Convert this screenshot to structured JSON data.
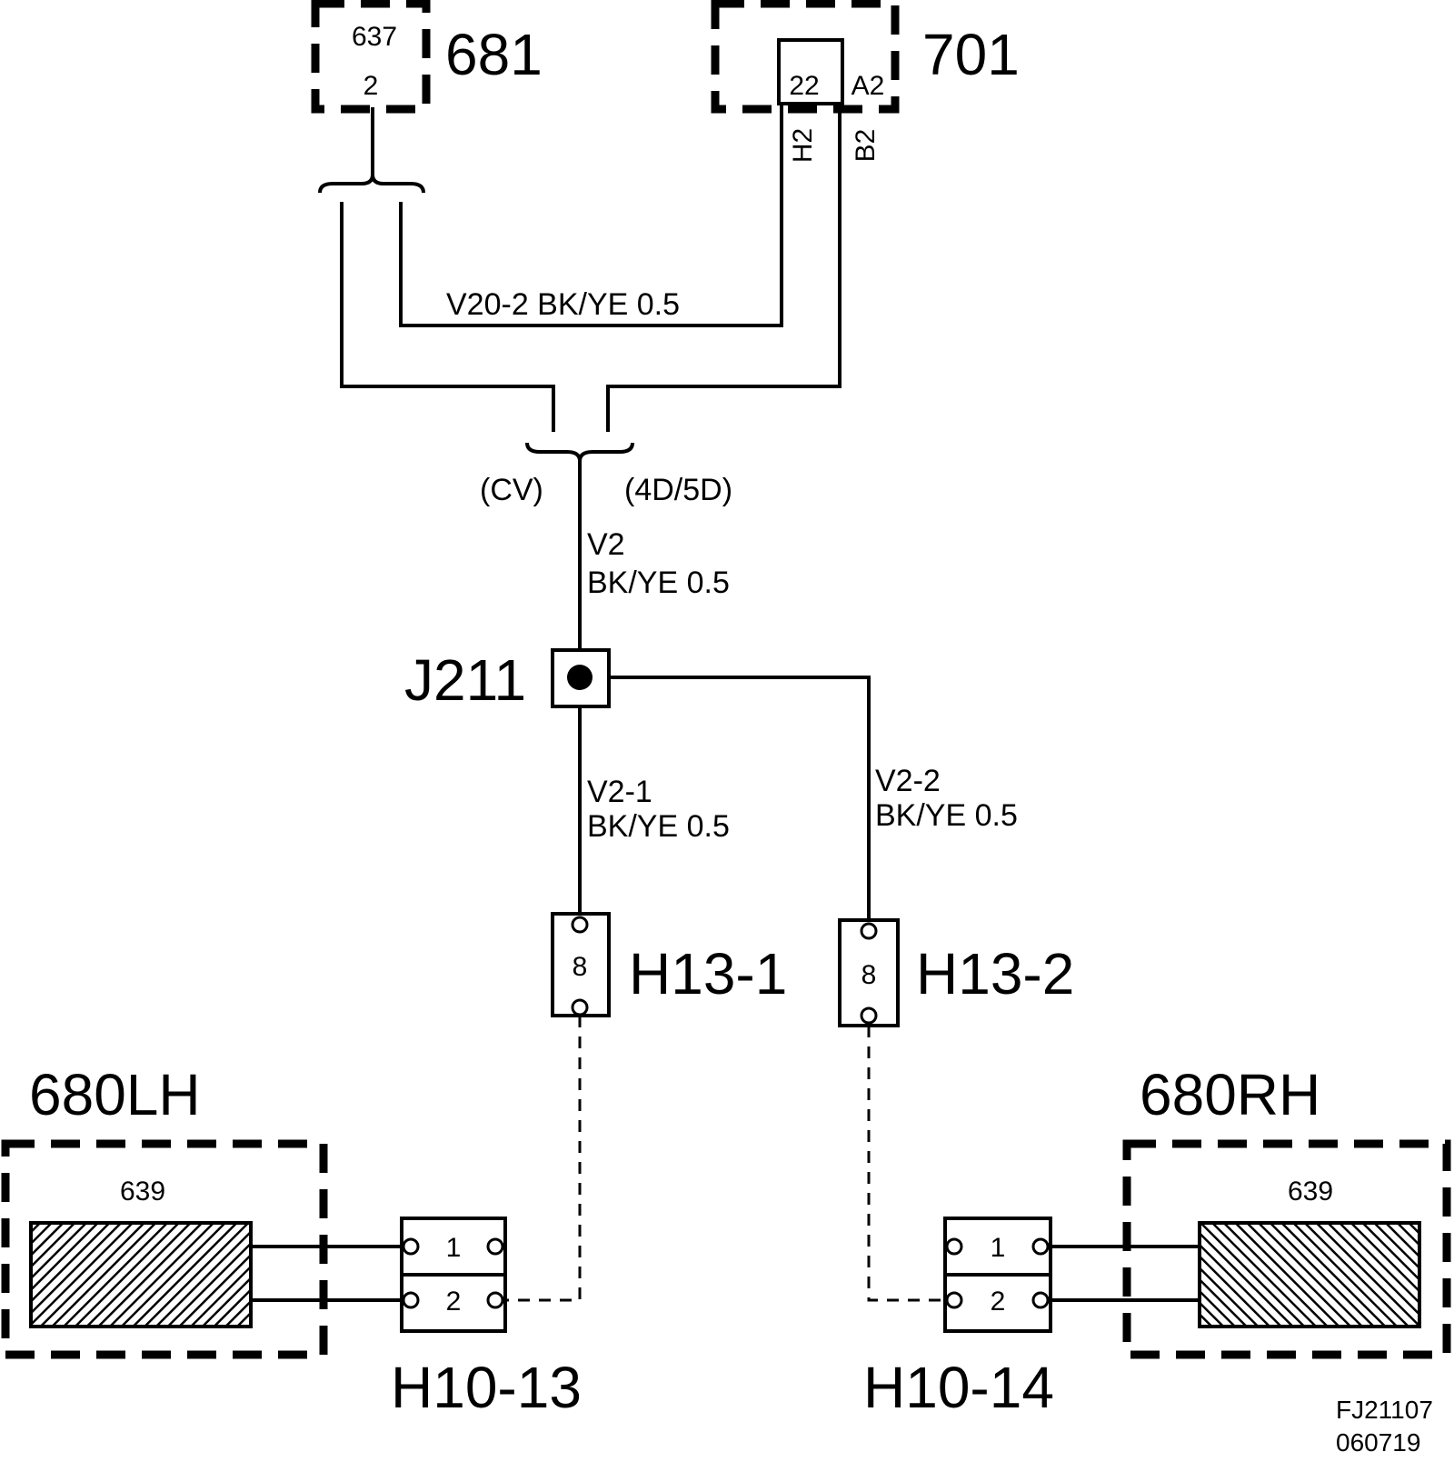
{
  "components": {
    "c681": {
      "id": "681",
      "fuse_top": "637",
      "fuse_pin": "2"
    },
    "c701": {
      "id": "701",
      "pin": "22",
      "connector_a": "A2",
      "wire_h": "H2",
      "wire_b": "B2"
    },
    "splice": {
      "id": "J211"
    },
    "h13_1": {
      "id": "H13-1",
      "pin": "8"
    },
    "h13_2": {
      "id": "H13-2",
      "pin": "8"
    },
    "h10_13": {
      "id": "H10-13",
      "pin1": "1",
      "pin2": "2"
    },
    "h10_14": {
      "id": "H10-14",
      "pin1": "1",
      "pin2": "2"
    },
    "lamp_lh": {
      "id": "680LH",
      "code": "639"
    },
    "lamp_rh": {
      "id": "680RH",
      "code": "639"
    }
  },
  "wires": {
    "v20_2": {
      "label": "V20-2  BK/YE   0.5"
    },
    "v2": {
      "name": "V2",
      "spec": "BK/YE   0.5"
    },
    "v2_1": {
      "name": "V2-1",
      "spec": "BK/YE   0.5"
    },
    "v2_2": {
      "name": "V2-2",
      "spec": "BK/YE   0.5"
    }
  },
  "variants": {
    "left": "(CV)",
    "right": "(4D/5D)"
  },
  "footer": {
    "code1": "FJ21107",
    "code2": "060719"
  }
}
